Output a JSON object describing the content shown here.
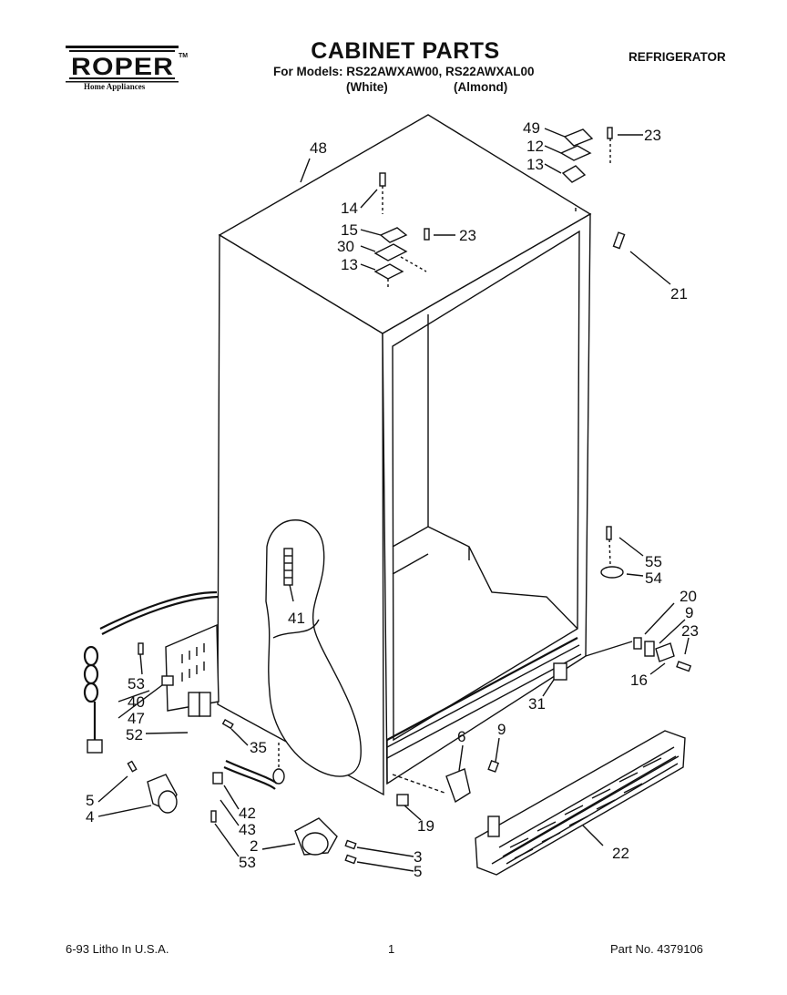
{
  "header": {
    "brand": "ROPER",
    "brand_tm": "TM",
    "brand_tagline": "Home Appliances",
    "title": "CABINET PARTS",
    "models_line": "For Models: RS22AWXAW00, RS22AWXAL00",
    "variant_white": "(White)",
    "variant_almond": "(Almond)",
    "appliance": "REFRIGERATOR"
  },
  "callouts": [
    {
      "id": "48",
      "text": "48"
    },
    {
      "id": "49",
      "text": "49"
    },
    {
      "id": "12",
      "text": "12"
    },
    {
      "id": "13a",
      "text": "13"
    },
    {
      "id": "23a",
      "text": "23"
    },
    {
      "id": "14",
      "text": "14"
    },
    {
      "id": "15",
      "text": "15"
    },
    {
      "id": "23b",
      "text": "23"
    },
    {
      "id": "30",
      "text": "30"
    },
    {
      "id": "13b",
      "text": "13"
    },
    {
      "id": "21",
      "text": "21"
    },
    {
      "id": "41",
      "text": "41"
    },
    {
      "id": "55",
      "text": "55"
    },
    {
      "id": "54",
      "text": "54"
    },
    {
      "id": "20",
      "text": "20"
    },
    {
      "id": "9a",
      "text": "9"
    },
    {
      "id": "23c",
      "text": "23"
    },
    {
      "id": "16",
      "text": "16"
    },
    {
      "id": "31",
      "text": "31"
    },
    {
      "id": "53a",
      "text": "53"
    },
    {
      "id": "40",
      "text": "40"
    },
    {
      "id": "47",
      "text": "47"
    },
    {
      "id": "52",
      "text": "52"
    },
    {
      "id": "35",
      "text": "35"
    },
    {
      "id": "6",
      "text": "6"
    },
    {
      "id": "9b",
      "text": "9"
    },
    {
      "id": "19",
      "text": "19"
    },
    {
      "id": "22",
      "text": "22"
    },
    {
      "id": "5a",
      "text": "5"
    },
    {
      "id": "4",
      "text": "4"
    },
    {
      "id": "42",
      "text": "42"
    },
    {
      "id": "43",
      "text": "43"
    },
    {
      "id": "53b",
      "text": "53"
    },
    {
      "id": "2",
      "text": "2"
    },
    {
      "id": "3",
      "text": "3"
    },
    {
      "id": "5b",
      "text": "5"
    }
  ],
  "footer": {
    "print_info": "6-93 Litho In U.S.A.",
    "page_number": "1",
    "part_number": "Part No. 4379106"
  }
}
